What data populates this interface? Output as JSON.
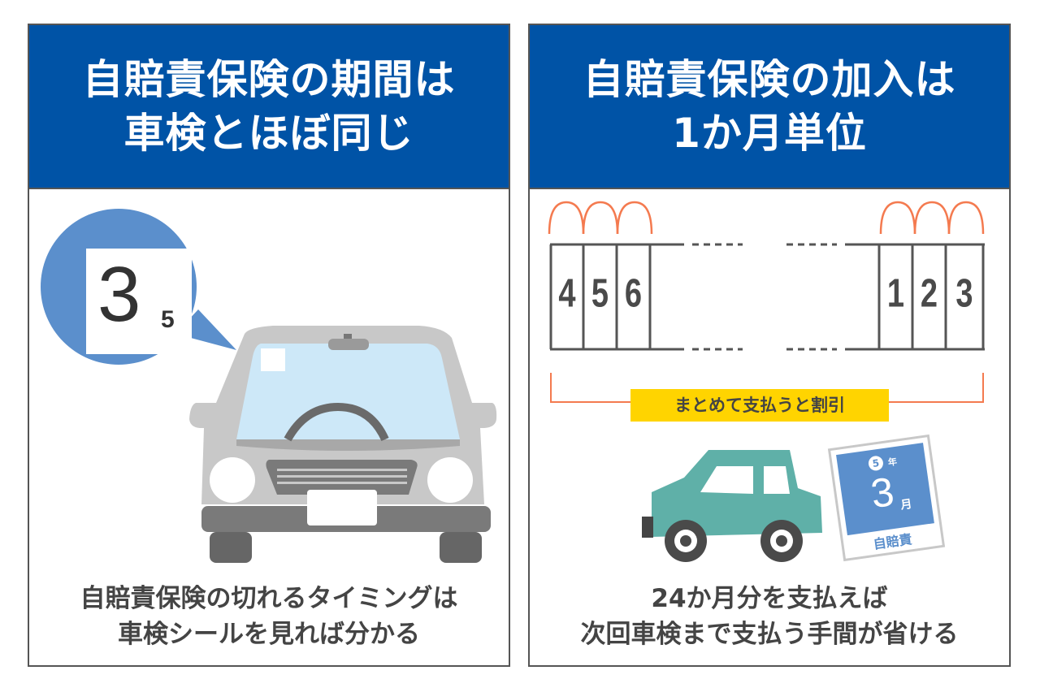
{
  "left_panel": {
    "title_lines": [
      "自賠責保険の期間は",
      "車検とほぼ同じ"
    ],
    "sticker": {
      "month": "3",
      "year": "5"
    },
    "caption_lines": [
      "自賠責保険の切れるタイミングは",
      "車検シールを見れば分かる"
    ]
  },
  "right_panel": {
    "title_lines": [
      "自賠責保険の加入は",
      "1か月単位"
    ],
    "months_left": [
      "4",
      "5",
      "6"
    ],
    "months_right": [
      "1",
      "2",
      "3"
    ],
    "discount_label": "まとめて支払うと割引",
    "sticker": {
      "year": "5",
      "year_unit": "年",
      "month": "3",
      "month_unit": "月",
      "label": "自賠責"
    },
    "caption_lines": [
      "24か月分を支払えば",
      "次回車検まで支払う手間が省ける"
    ]
  },
  "colors": {
    "header_blue": "#0053a6",
    "bubble_blue": "#5b8fcc",
    "arc_orange": "#f47a4f",
    "discount_yellow": "#ffd400",
    "teal_car": "#5fb0a8",
    "gray_car": "#c8c8c8"
  }
}
